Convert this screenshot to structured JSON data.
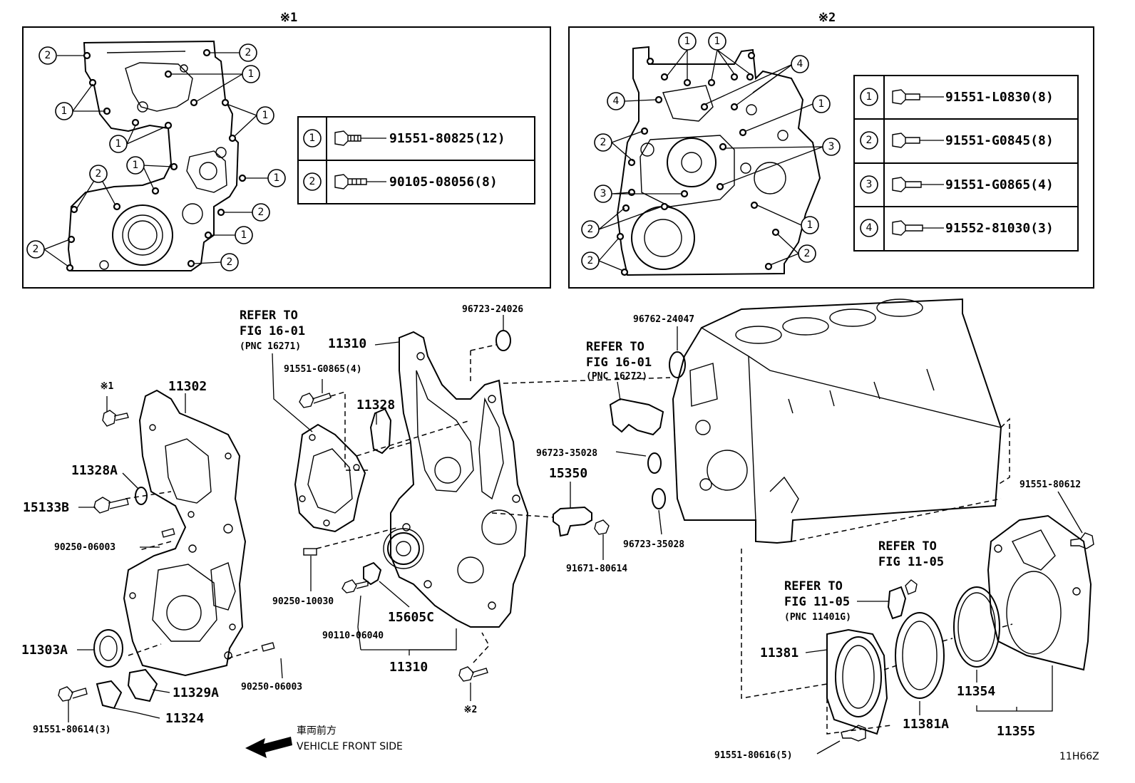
{
  "panels": {
    "left_marker": "※1",
    "right_marker": "※2"
  },
  "left_table": [
    {
      "num": "1",
      "part": "91551-80825(12)"
    },
    {
      "num": "2",
      "part": "90105-08056(8)"
    }
  ],
  "right_table": [
    {
      "num": "1",
      "part": "91551-L0830(8)"
    },
    {
      "num": "2",
      "part": "91551-G0845(8)"
    },
    {
      "num": "3",
      "part": "91551-G0865(4)"
    },
    {
      "num": "4",
      "part": "91552-81030(3)"
    }
  ],
  "callouts": {
    "one": "1",
    "two": "2",
    "three": "3",
    "four": "4"
  },
  "labels": {
    "p11302": "11302",
    "p11310_top": "11310",
    "p11310_bottom": "11310",
    "p11328": "11328",
    "p11328A": "11328A",
    "p15133B": "15133B",
    "p90250_06003_a": "90250-06003",
    "p90250_06003_b": "90250-06003",
    "p90250_10030": "90250-10030",
    "p11303A": "11303A",
    "p11329A": "11329A",
    "p11324": "11324",
    "p91551_80614": "91551-80614(3)",
    "p91551_G0865": "91551-G0865(4)",
    "p96723_24026": "96723-24026",
    "p96762_24047": "96762-24047",
    "p96723_35028_a": "96723-35028",
    "p96723_35028_b": "96723-35028",
    "p15350": "15350",
    "p91671_80614": "91671-80614",
    "p15605C": "15605C",
    "p90110_06040": "90110-06040",
    "p91551_80612": "91551-80612",
    "p11381": "11381",
    "p11381A": "11381A",
    "p11354": "11354",
    "p11355": "11355",
    "p91551_80616": "91551-80616(5)",
    "mark1": "※1",
    "mark2": "※2"
  },
  "refs": {
    "ref1": {
      "l1": "REFER TO",
      "l2": "FIG 16-01",
      "l3": "(PNC 16271)"
    },
    "ref2": {
      "l1": "REFER TO",
      "l2": "FIG 16-01",
      "l3": "(PNC 16272)"
    },
    "ref3": {
      "l1": "REFER TO",
      "l2": "FIG 11-05"
    },
    "ref4": {
      "l1": "REFER TO",
      "l2": "FIG 11-05",
      "l3": "(PNC 11401G)"
    }
  },
  "direction": {
    "jp": "車両前方",
    "en": "VEHICLE FRONT SIDE"
  },
  "code": "11H66Z"
}
